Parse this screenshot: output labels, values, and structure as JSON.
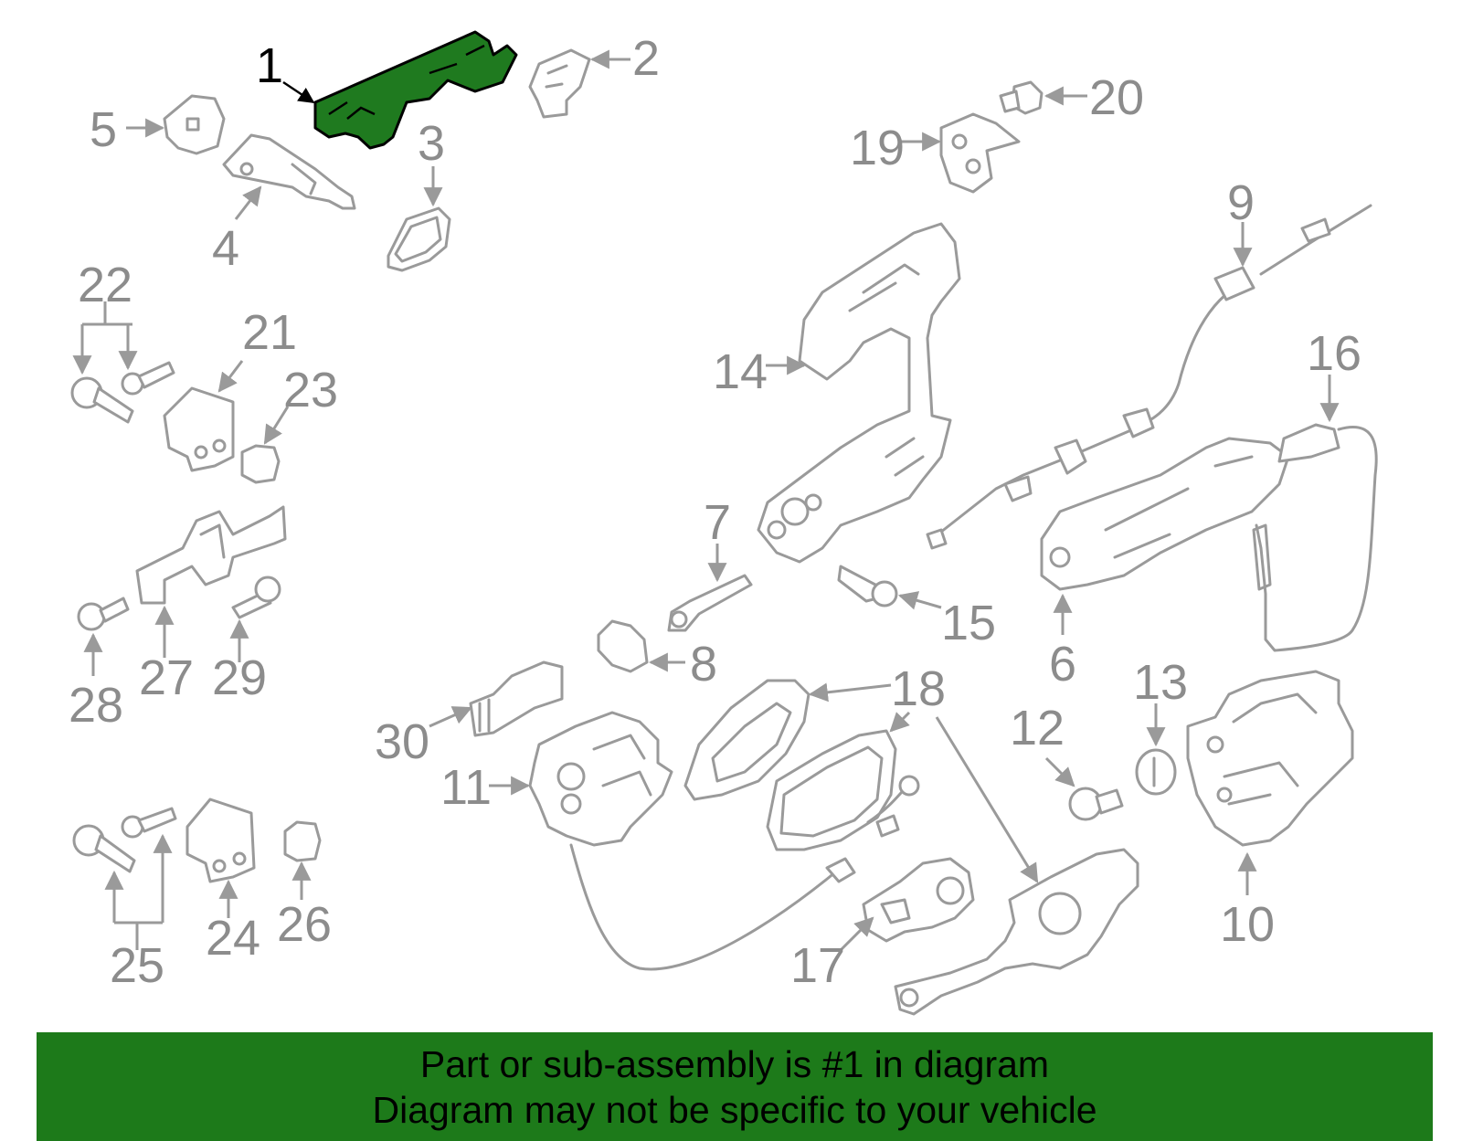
{
  "diagram": {
    "highlight_color": "#1d7a1a",
    "highlighted_part": "1",
    "callouts": [
      "1",
      "2",
      "3",
      "4",
      "5",
      "6",
      "7",
      "8",
      "9",
      "10",
      "11",
      "12",
      "13",
      "14",
      "15",
      "16",
      "17",
      "18",
      "19",
      "20",
      "21",
      "22",
      "23",
      "24",
      "25",
      "26",
      "27",
      "28",
      "29",
      "30"
    ]
  },
  "banner": {
    "line1": "Part or sub-assembly is #1 in diagram",
    "line2": "Diagram may not be specific to your vehicle"
  }
}
